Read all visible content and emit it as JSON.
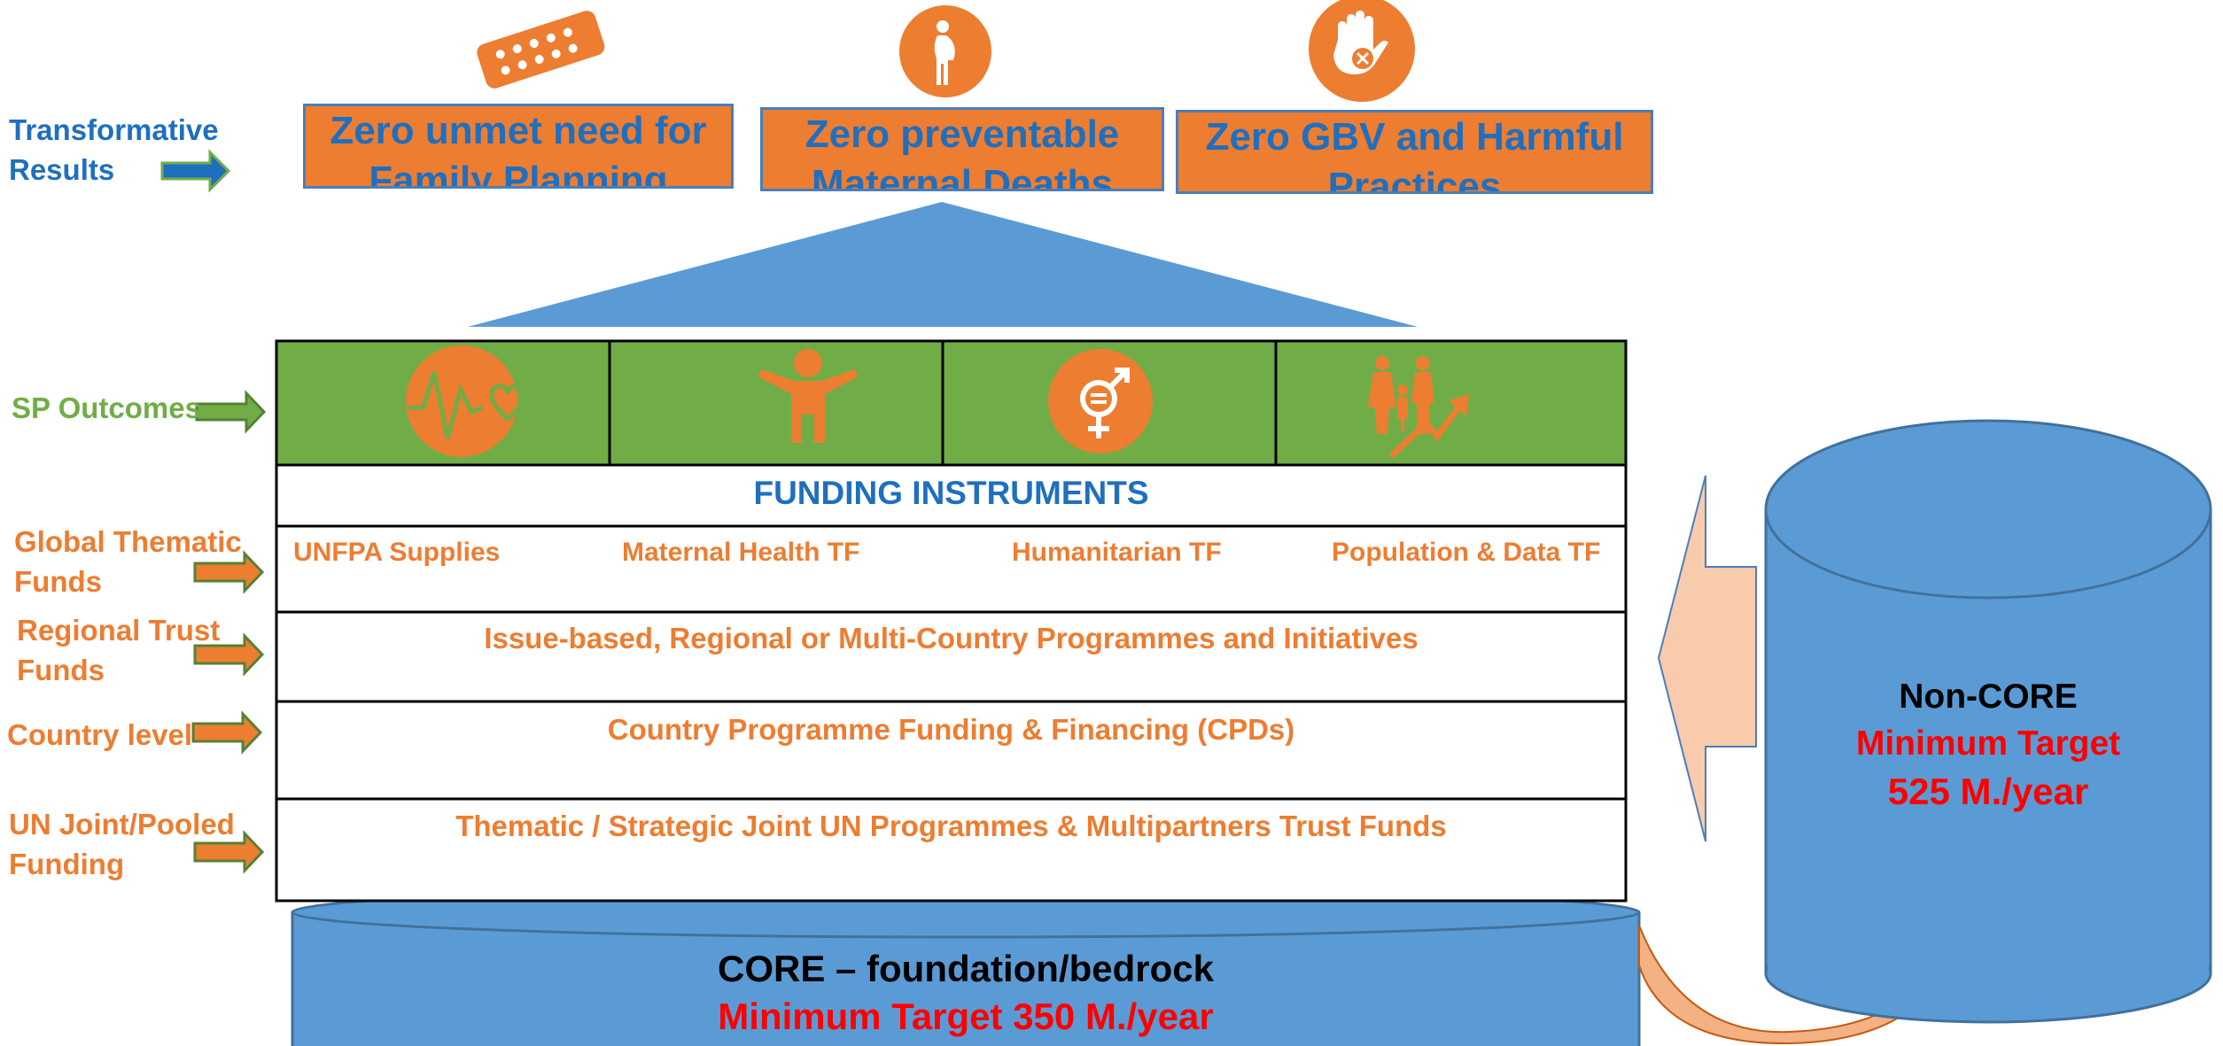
{
  "left_labels": {
    "transformative_results": [
      "Transformative",
      "Results"
    ],
    "sp_outcomes": "SP Outcomes",
    "global_thematic_funds": [
      "Global Thematic",
      "Funds"
    ],
    "regional_trust_funds": [
      "Regional Trust",
      "Funds"
    ],
    "country_level": "Country level",
    "un_joint_pooled": [
      "UN Joint/Pooled",
      "Funding"
    ]
  },
  "transformative_results": [
    {
      "label": [
        "Zero unmet need for",
        "Family Planning"
      ],
      "icon": "contraceptive-pills-icon"
    },
    {
      "label": [
        "Zero preventable",
        "Maternal Deaths"
      ],
      "icon": "pregnant-woman-icon"
    },
    {
      "label": [
        "Zero GBV and Harmful",
        "Practices"
      ],
      "icon": "stop-hand-icon"
    }
  ],
  "sp_outcome_icons": [
    "heartbeat-icon",
    "youth-person-icon",
    "gender-equality-icon",
    "population-growth-icon"
  ],
  "funding_instruments": {
    "title": "FUNDING INSTRUMENTS",
    "global_thematic": [
      "UNFPA Supplies",
      "Maternal Health TF",
      "Humanitarian TF",
      "Population & Data TF"
    ],
    "regional": "Issue-based, Regional or Multi-Country Programmes and Initiatives",
    "country": "Country Programme Funding & Financing (CPDs)",
    "un_joint": "Thematic / Strategic Joint UN Programmes & Multipartners Trust Funds"
  },
  "core": {
    "title": "CORE –  foundation/bedrock",
    "target": "Minimum Target 350 M./year"
  },
  "non_core": {
    "title": "Non-CORE",
    "target_label": "Minimum Target",
    "target_value": "525 M./year"
  },
  "colors": {
    "orange": "#ed7d31",
    "blue": "#5b9bd5",
    "green": "#70ad47",
    "text_blue": "#1f6fbf",
    "red": "#ff0000",
    "peach": "#f8cbad"
  }
}
